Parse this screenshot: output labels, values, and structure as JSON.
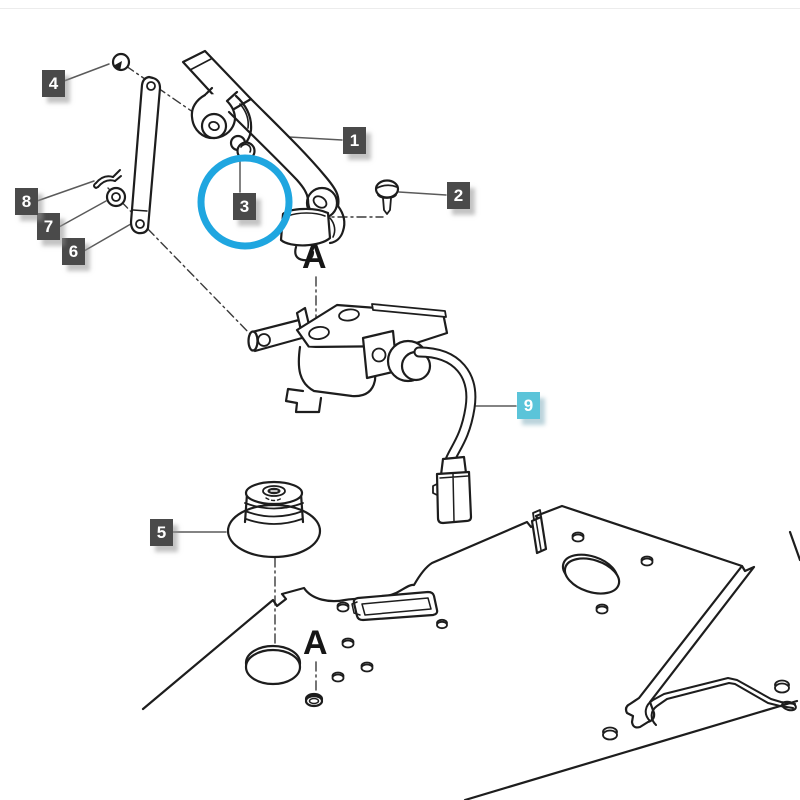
{
  "diagram": {
    "type": "exploded-parts-diagram",
    "subject": "pedal-lever-and-sensor-assembly-on-chassis-panel",
    "background_color": "#ffffff",
    "line_color": "#1d1d1d",
    "highlight_circle_color": "#1fa6e0",
    "label_style": {
      "default_bg": "#4a4a4a",
      "highlight_bg": "#5bc4d9",
      "text_color": "#ffffff"
    },
    "callouts": [
      {
        "number": "1",
        "part": "pedal-lever",
        "highlighted": false
      },
      {
        "number": "2",
        "part": "screw",
        "highlighted": false
      },
      {
        "number": "3",
        "part": "pin-circled",
        "highlighted": false
      },
      {
        "number": "4",
        "part": "push-nut",
        "highlighted": false
      },
      {
        "number": "5",
        "part": "rubber-grommet",
        "highlighted": false
      },
      {
        "number": "6",
        "part": "link-rod",
        "highlighted": false
      },
      {
        "number": "7",
        "part": "washer",
        "highlighted": false
      },
      {
        "number": "8",
        "part": "cotter-pin",
        "highlighted": false
      },
      {
        "number": "9",
        "part": "sensor-cable-assembly",
        "highlighted": true
      }
    ],
    "section_markers": [
      {
        "letter": "A"
      },
      {
        "letter": "A"
      }
    ]
  }
}
